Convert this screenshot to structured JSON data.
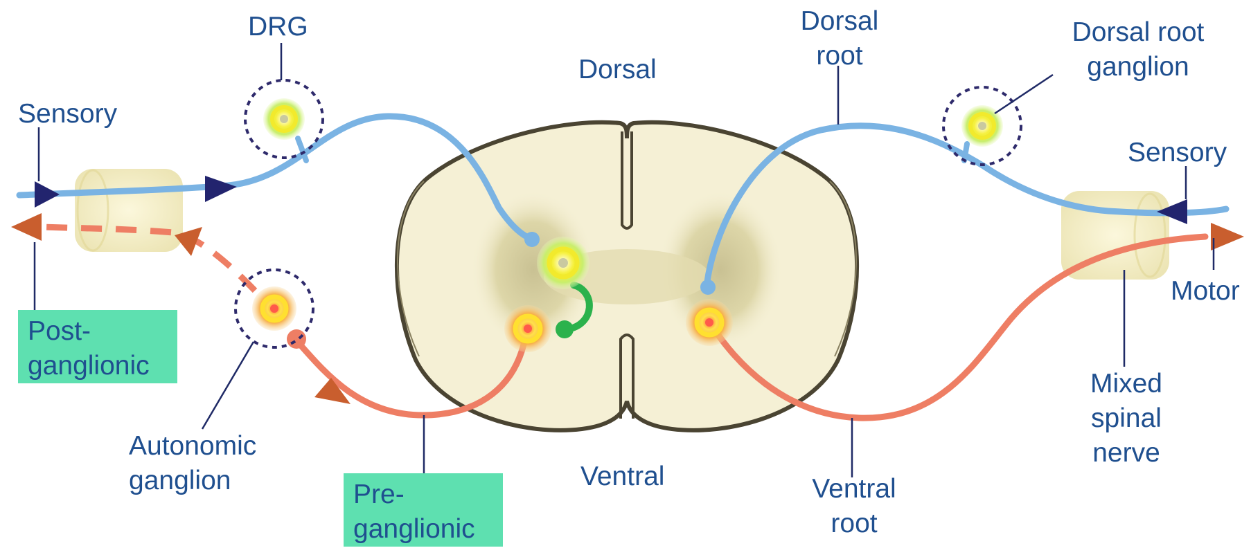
{
  "labels": {
    "drg": "DRG",
    "sensory_left": "Sensory",
    "dorsal": "Dorsal",
    "ventral": "Ventral",
    "dorsal_root_line1": "Dorsal",
    "dorsal_root_line2": "root",
    "drg_full_line1": "Dorsal root",
    "drg_full_line2": "ganglion",
    "sensory_right": "Sensory",
    "motor": "Motor",
    "mixed_line1": "Mixed",
    "mixed_line2": "spinal",
    "mixed_line3": "nerve",
    "ventral_root_line1": "Ventral",
    "ventral_root_line2": "root",
    "autonomic_line1": "Autonomic",
    "autonomic_line2": "ganglion",
    "post_line1": "Post-",
    "post_line2": "ganglionic",
    "pre_line1": "Pre-",
    "pre_line2": "ganglionic"
  },
  "colors": {
    "sensory_fiber": "#7ab3e3",
    "motor_fiber": "#ee7e64",
    "label_text": "#1f4f8f",
    "highlight_box": "#5ee0b0",
    "cord_fill": "#f5f0d5",
    "grey_matter": "#ddd6a8",
    "interneuron": "#2bb24c",
    "arrow_sensory": "#22246e",
    "arrow_motor": "#c95e2e",
    "nerve_bundle": "#f1ebbf"
  }
}
